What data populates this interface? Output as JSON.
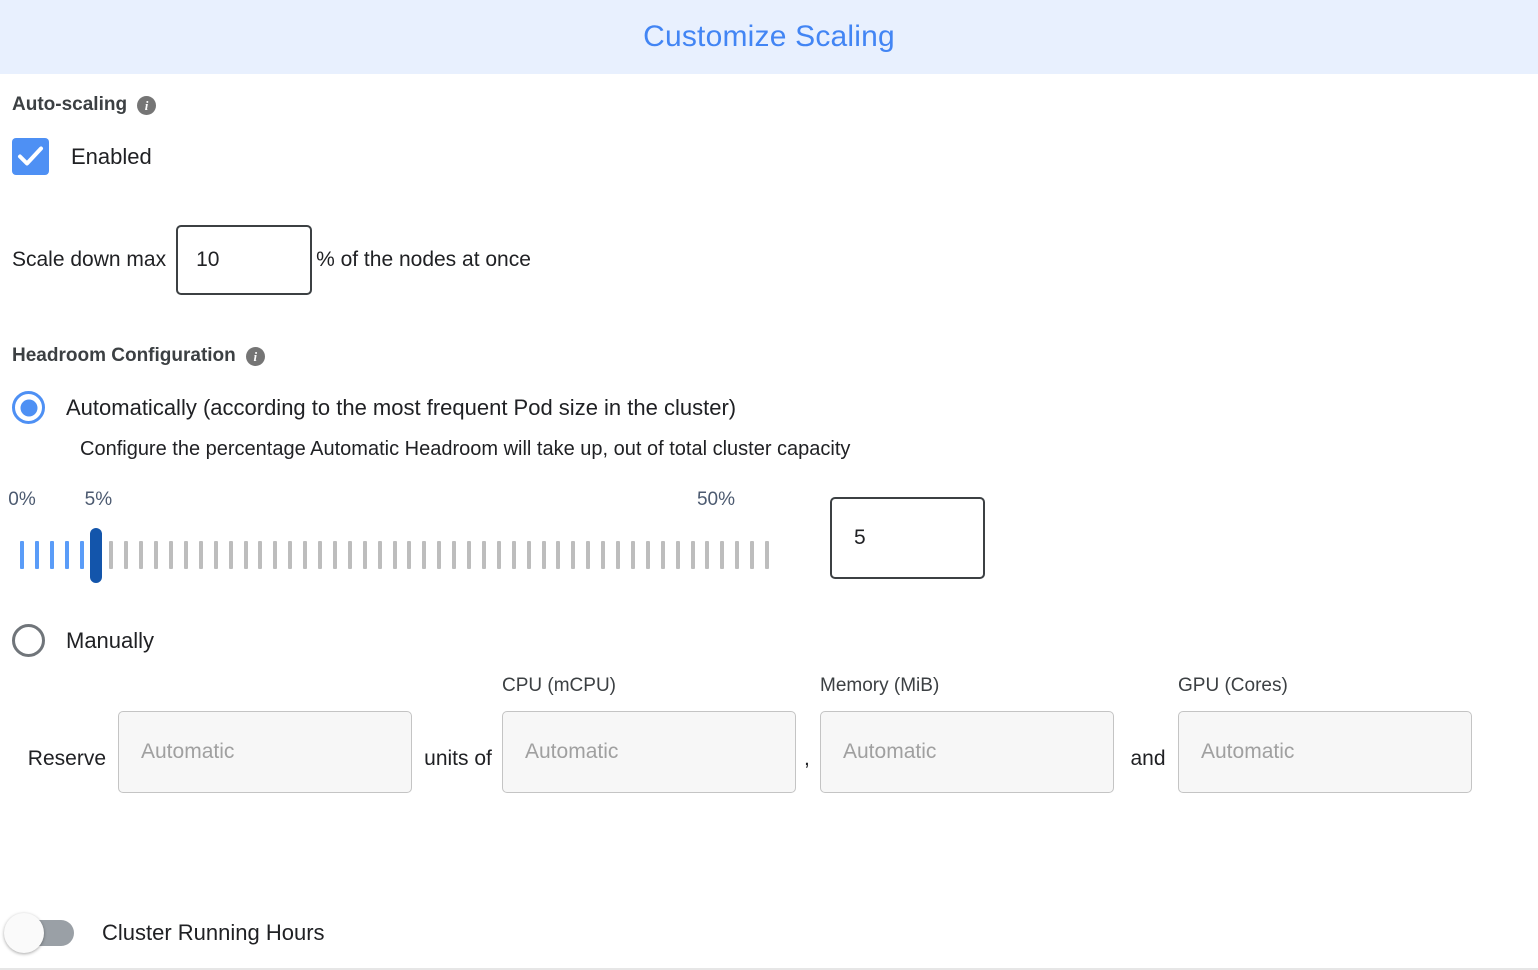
{
  "header": {
    "title": "Customize Scaling",
    "title_color": "#4285f4",
    "background_color": "#e8f0fe"
  },
  "autoscaling": {
    "section_label": "Auto-scaling",
    "info_icon": "info-icon",
    "info_glyph": "i",
    "enabled_label": "Enabled",
    "enabled_checked": true,
    "accent_color": "#4e90f4",
    "scale_down": {
      "prefix_label": "Scale down max",
      "value": "10",
      "suffix_label": "% of the nodes at once"
    }
  },
  "headroom": {
    "section_label": "Headroom Configuration",
    "info_icon": "info-icon",
    "info_glyph": "i",
    "option_automatic": {
      "label": "Automatically (according to the most frequent Pod size in the cluster)",
      "selected": true,
      "help_text": "Configure the percentage Automatic Headroom will take up, out of total cluster capacity"
    },
    "slider": {
      "min_label": "0%",
      "max_label": "50%",
      "current_label": "5%",
      "min": 0,
      "max": 50,
      "value": 5,
      "step": 1,
      "tick_count": 51,
      "value_input": "5",
      "filled_color": "#5a9cf8",
      "empty_color": "#bdbdbd",
      "thumb_color": "#1355ab",
      "label_color": "#4c5a70"
    },
    "option_manual": {
      "label": "Manually",
      "selected": false
    },
    "reserve": {
      "prefix_label": "Reserve",
      "units_label": "units of",
      "comma_label": ",",
      "and_label": "and",
      "columns": [
        {
          "header": "",
          "placeholder": "Automatic",
          "value": "",
          "name": "units-count"
        },
        {
          "header": "CPU (mCPU)",
          "placeholder": "Automatic",
          "value": "",
          "name": "cpu"
        },
        {
          "header": "Memory (MiB)",
          "placeholder": "Automatic",
          "value": "",
          "name": "memory"
        },
        {
          "header": "GPU (Cores)",
          "placeholder": "Automatic",
          "value": "",
          "name": "gpu"
        }
      ]
    }
  },
  "cluster_running_hours": {
    "label": "Cluster Running Hours",
    "enabled": false,
    "track_color": "#9aa0a6"
  }
}
